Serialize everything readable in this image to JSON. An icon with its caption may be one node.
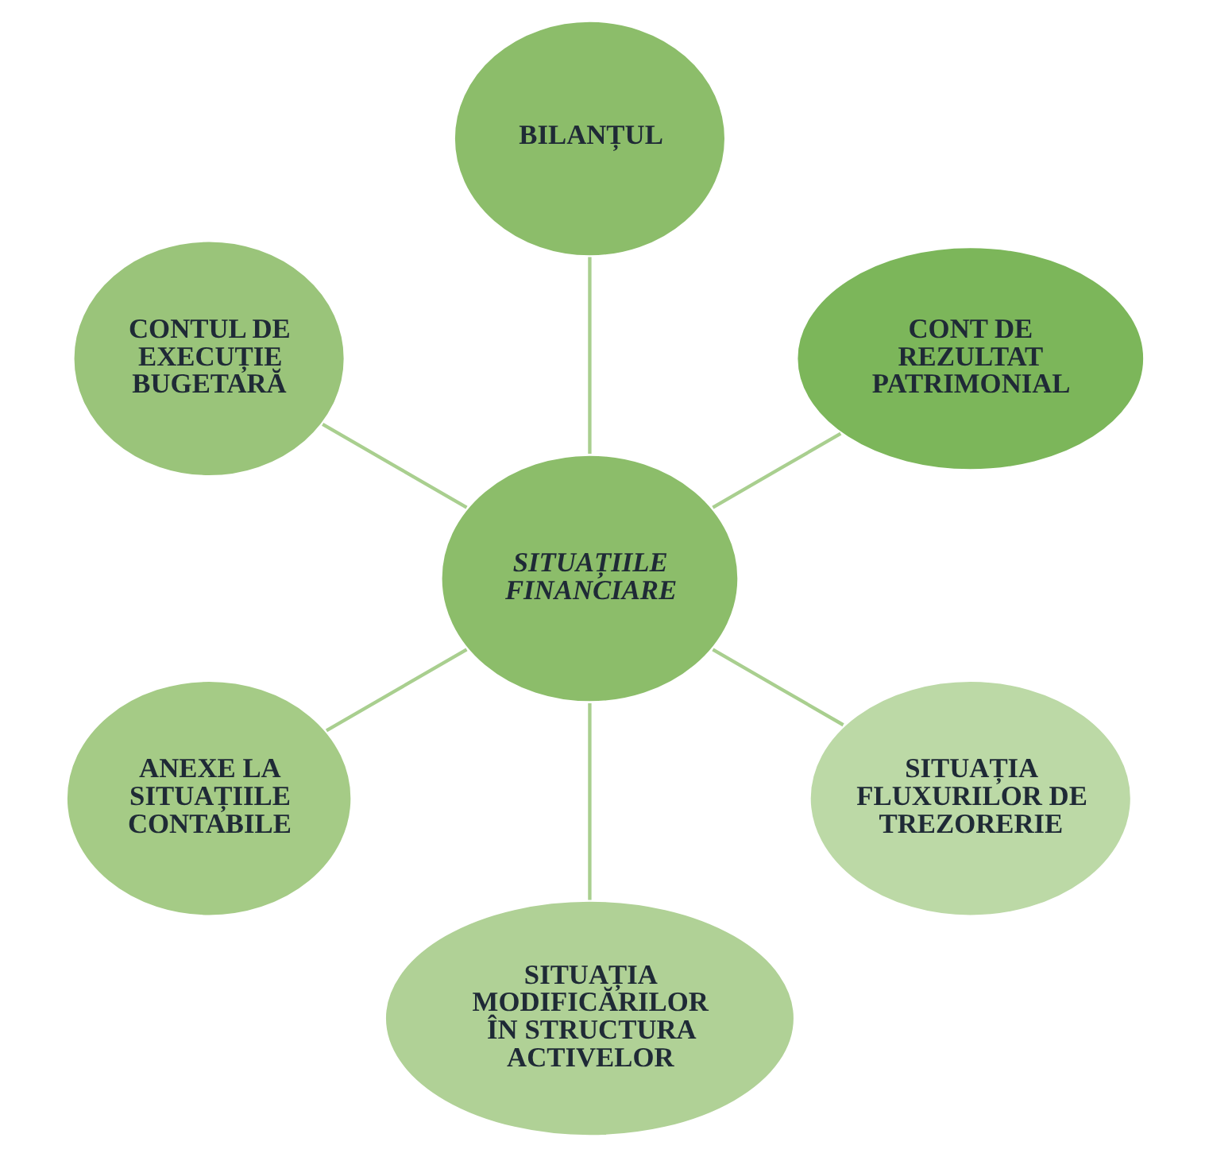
{
  "diagram": {
    "nodes": [
      {
        "text": [
          "SITUAȚIILE FINANCIARE"
        ]
      },
      {
        "text": [
          "CONT DE REZULTAT PATRIMONIAL"
        ]
      },
      {
        "text": [
          "BILANȚUL"
        ]
      },
      {
        "text": [
          "CONTUL DE EXECUȚIE BUGETARĂ"
        ]
      },
      {
        "text": [
          "ANEXE LA SITUAȚIILE CONTABILE"
        ]
      },
      {
        "text": [
          "SITUAȚIA MODIFICĂRILOR ÎN STRUCTURA ACTIVELOR"
        ]
      },
      {
        "text": [
          "SITUAȚIA FLUXURILOR DE TREZORERIE"
        ]
      }
    ],
    "edges": [
      {
        "from": 0,
        "to": 1,
        "arrow": "none"
      },
      {
        "from": 0,
        "to": 2,
        "arrow": "none"
      },
      {
        "from": 0,
        "to": 3,
        "arrow": "none"
      },
      {
        "from": 0,
        "to": 4,
        "arrow": "none"
      },
      {
        "from": 0,
        "to": 5,
        "arrow": "none"
      },
      {
        "from": 0,
        "to": 6,
        "arrow": "none"
      }
    ]
  }
}
